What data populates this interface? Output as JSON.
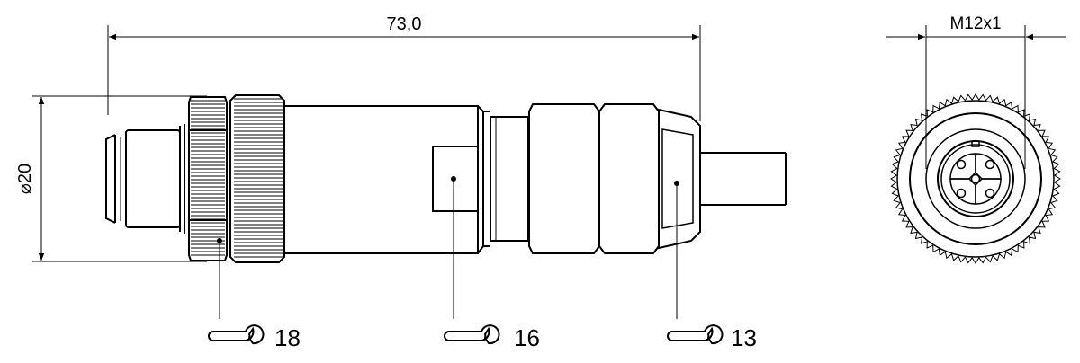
{
  "dimensions": {
    "length": "73,0",
    "diameter": "20",
    "diameter_symbol": "⌀",
    "thread": "M12x1"
  },
  "wrench_sizes": [
    "18",
    "16",
    "13"
  ],
  "icons": {
    "wrench": "open-end-wrench-icon",
    "diameter": "diameter-symbol"
  }
}
